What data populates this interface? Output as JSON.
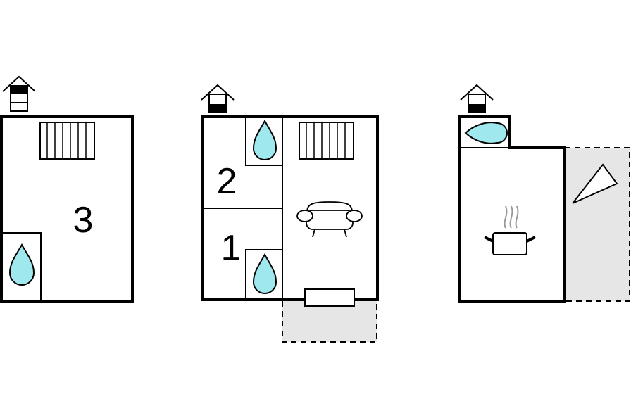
{
  "colors": {
    "water": "#9ee8ee",
    "terrace": "#e6e6e6",
    "line": "#000000",
    "steam": "#999999"
  },
  "floors": [
    {
      "rooms": [
        {
          "number": "3"
        }
      ],
      "icons": [
        "house-icon",
        "radiator-icon",
        "water-drop-icon"
      ]
    },
    {
      "rooms": [
        {
          "number": "2"
        },
        {
          "number": "1"
        }
      ],
      "icons": [
        "house-icon",
        "radiator-icon",
        "water-drop-icon",
        "water-drop-icon",
        "sofa-icon",
        "entrance-door"
      ]
    },
    {
      "rooms": [],
      "icons": [
        "house-icon",
        "water-drop-icon",
        "cooking-pot-icon",
        "parasol-icon"
      ]
    }
  ]
}
